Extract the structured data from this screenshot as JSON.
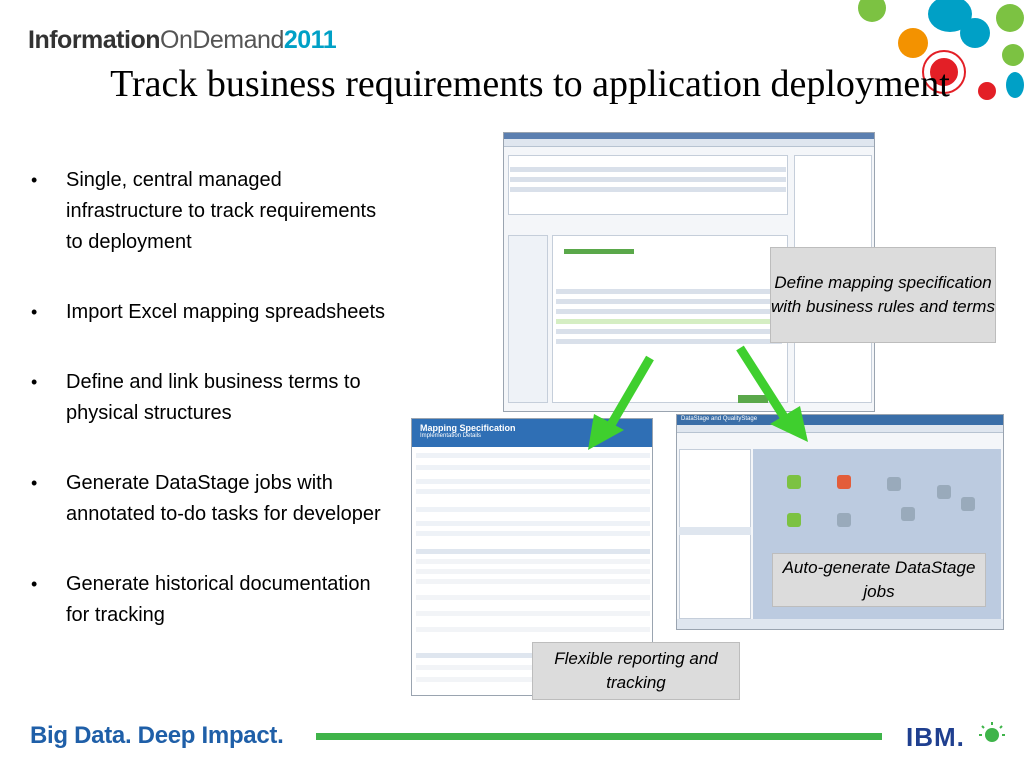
{
  "header": {
    "brand_part1": "Information",
    "brand_part2": "OnDemand",
    "brand_part3": "2011",
    "title": "Track business requirements to application deployment"
  },
  "bullets": [
    "Single, central managed infrastructure to track requirements to deployment",
    "Import Excel mapping spreadsheets",
    "Define and link business terms to physical structures",
    "Generate DataStage jobs with annotated to-do tasks for developer",
    "Generate historical documentation for tracking"
  ],
  "callouts": {
    "define_mapping": "Define mapping specification with business rules and terms",
    "auto_generate": "Auto-generate DataStage jobs",
    "flexible_reporting": "Flexible reporting and tracking"
  },
  "screenshots": {
    "mapping_spec_title": "Mapping Specification",
    "mapping_spec_subtitle": "Implementation Details",
    "datastage_title": "DataStage and QualityStage",
    "tools_title": "Mapping Specification"
  },
  "footer": {
    "tagline": "Big Data. Deep Impact.",
    "logo": "IBM."
  },
  "colors": {
    "accent_green": "#3fb44a",
    "footer_blue": "#1f5fa8",
    "brand_cyan": "#00a0c6"
  },
  "icons": {
    "arrow": "green-arrow-icon",
    "logo": "ibm-logo",
    "leaf": "smarter-planet-icon"
  }
}
